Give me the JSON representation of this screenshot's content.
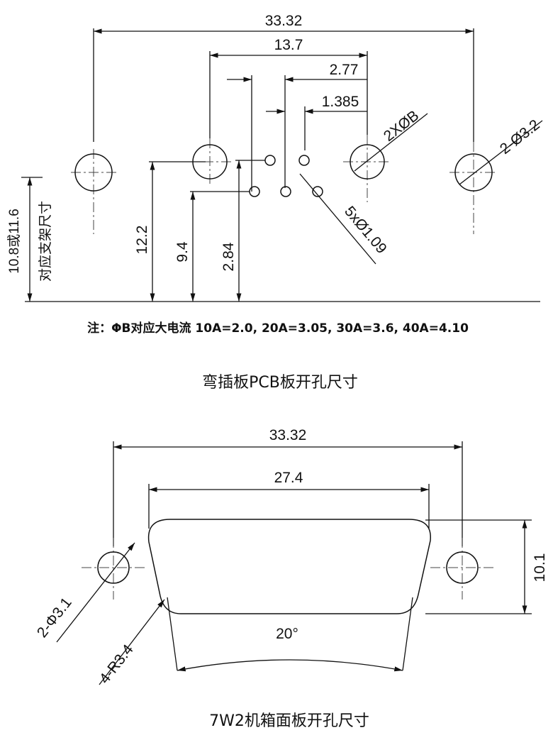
{
  "pcb": {
    "title": "弯插板PCB板开孔尺寸",
    "note": "注：ΦB对应大电流 10A=2.0, 20A=3.05, 30A=3.6, 40A=4.10",
    "dims": {
      "overall": "33.32",
      "mid": "13.7",
      "pitch2": "2.77",
      "pitch1": "1.385",
      "big_hole": "2XØB",
      "mount_hole": "2-Ø3.2",
      "small_hole": "5xØ1.09",
      "height_a": "12.2",
      "height_b": "9.4",
      "height_c": "2.84",
      "bracket_1": "10.8或11.6",
      "bracket_2": "对应支架尺寸"
    }
  },
  "panel": {
    "title": "7W2机箱面板开孔尺寸",
    "dims": {
      "overall": "33.32",
      "width": "27.4",
      "height": "10.1",
      "mount_hole": "2-Φ3.1",
      "radius": "4-R3.4",
      "angle": "20°"
    }
  }
}
